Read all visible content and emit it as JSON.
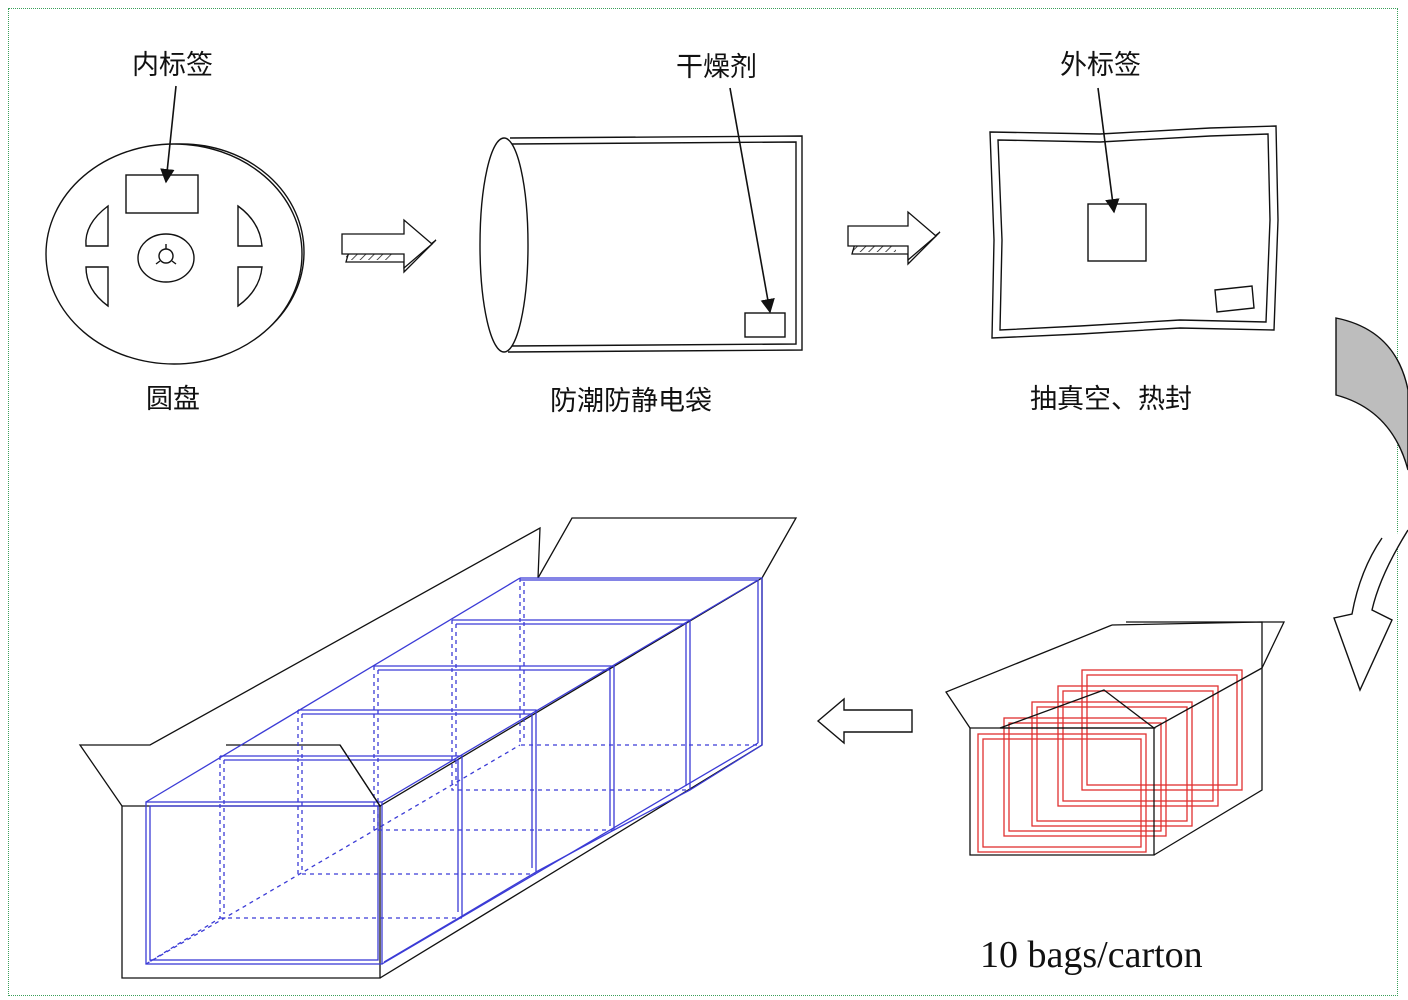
{
  "labels": {
    "inner_label": "内标签",
    "desiccant": "干燥剂",
    "outer_label": "外标签",
    "reel": "圆盘",
    "moisture_bag": "防潮防静电袋",
    "vacuum_seal": "抽真空、热封",
    "carton_caption": "10 bags/carton"
  },
  "colors": {
    "line": "#111111",
    "inner_box": "#3b3bd6",
    "bag_outline": "#e03030",
    "curved_arrow_fill": "#bdbdbd",
    "frame": "#3aa05a"
  }
}
